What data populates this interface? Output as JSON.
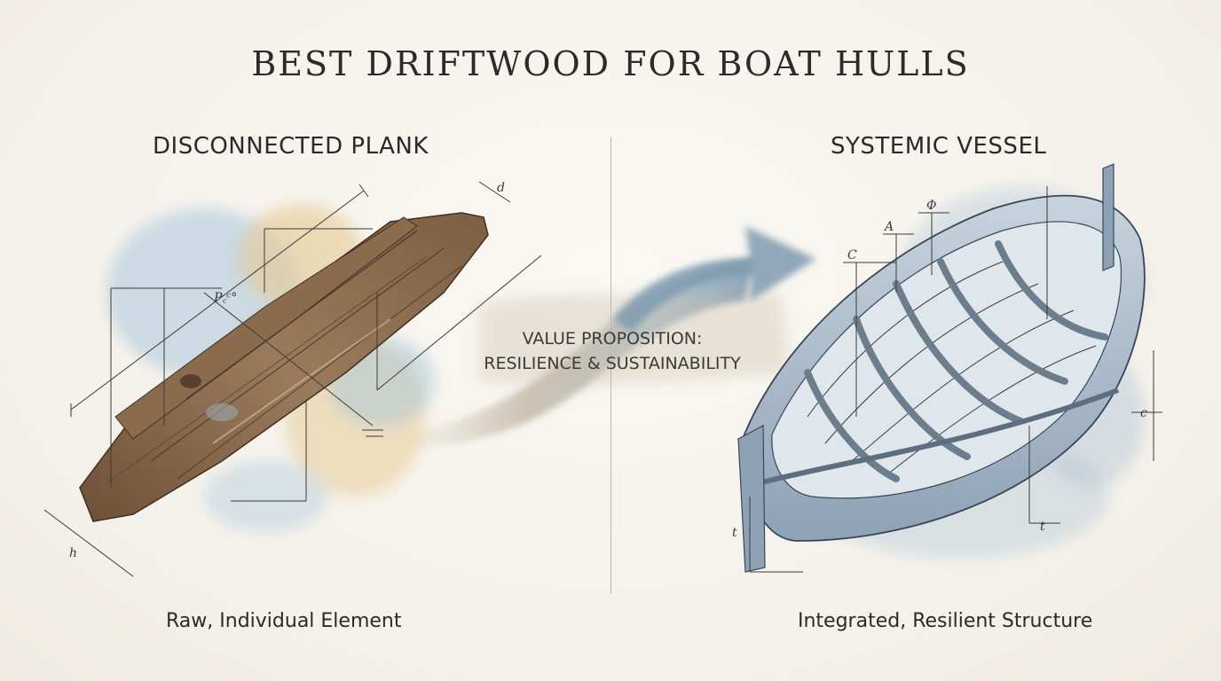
{
  "title": "BEST DRIFTWOOD FOR BOAT HULLS",
  "left_panel": {
    "heading": "DISCONNECTED PLANK",
    "caption": "Raw, Individual Element",
    "annotations": [
      "d",
      "P꜀ᶜ°",
      "h"
    ]
  },
  "center": {
    "value_line1": "VALUE PROPOSITION:",
    "value_line2": "RESILIENCE & SUSTAINABILITY"
  },
  "right_panel": {
    "heading": "SYSTEMIC VESSEL",
    "caption": "Integrated, Resilient Structure",
    "annotations": [
      "C",
      "A",
      "Φ",
      "c",
      "t",
      "t"
    ]
  },
  "colors": {
    "wood_brown": "#8a6a4c",
    "wood_dark": "#5b4431",
    "watercolor_blue": "#9fbfd6",
    "watercolor_ochre": "#e3c48c",
    "vessel_slate": "#9aabbc",
    "arrow_blue": "#7f9bb0"
  }
}
